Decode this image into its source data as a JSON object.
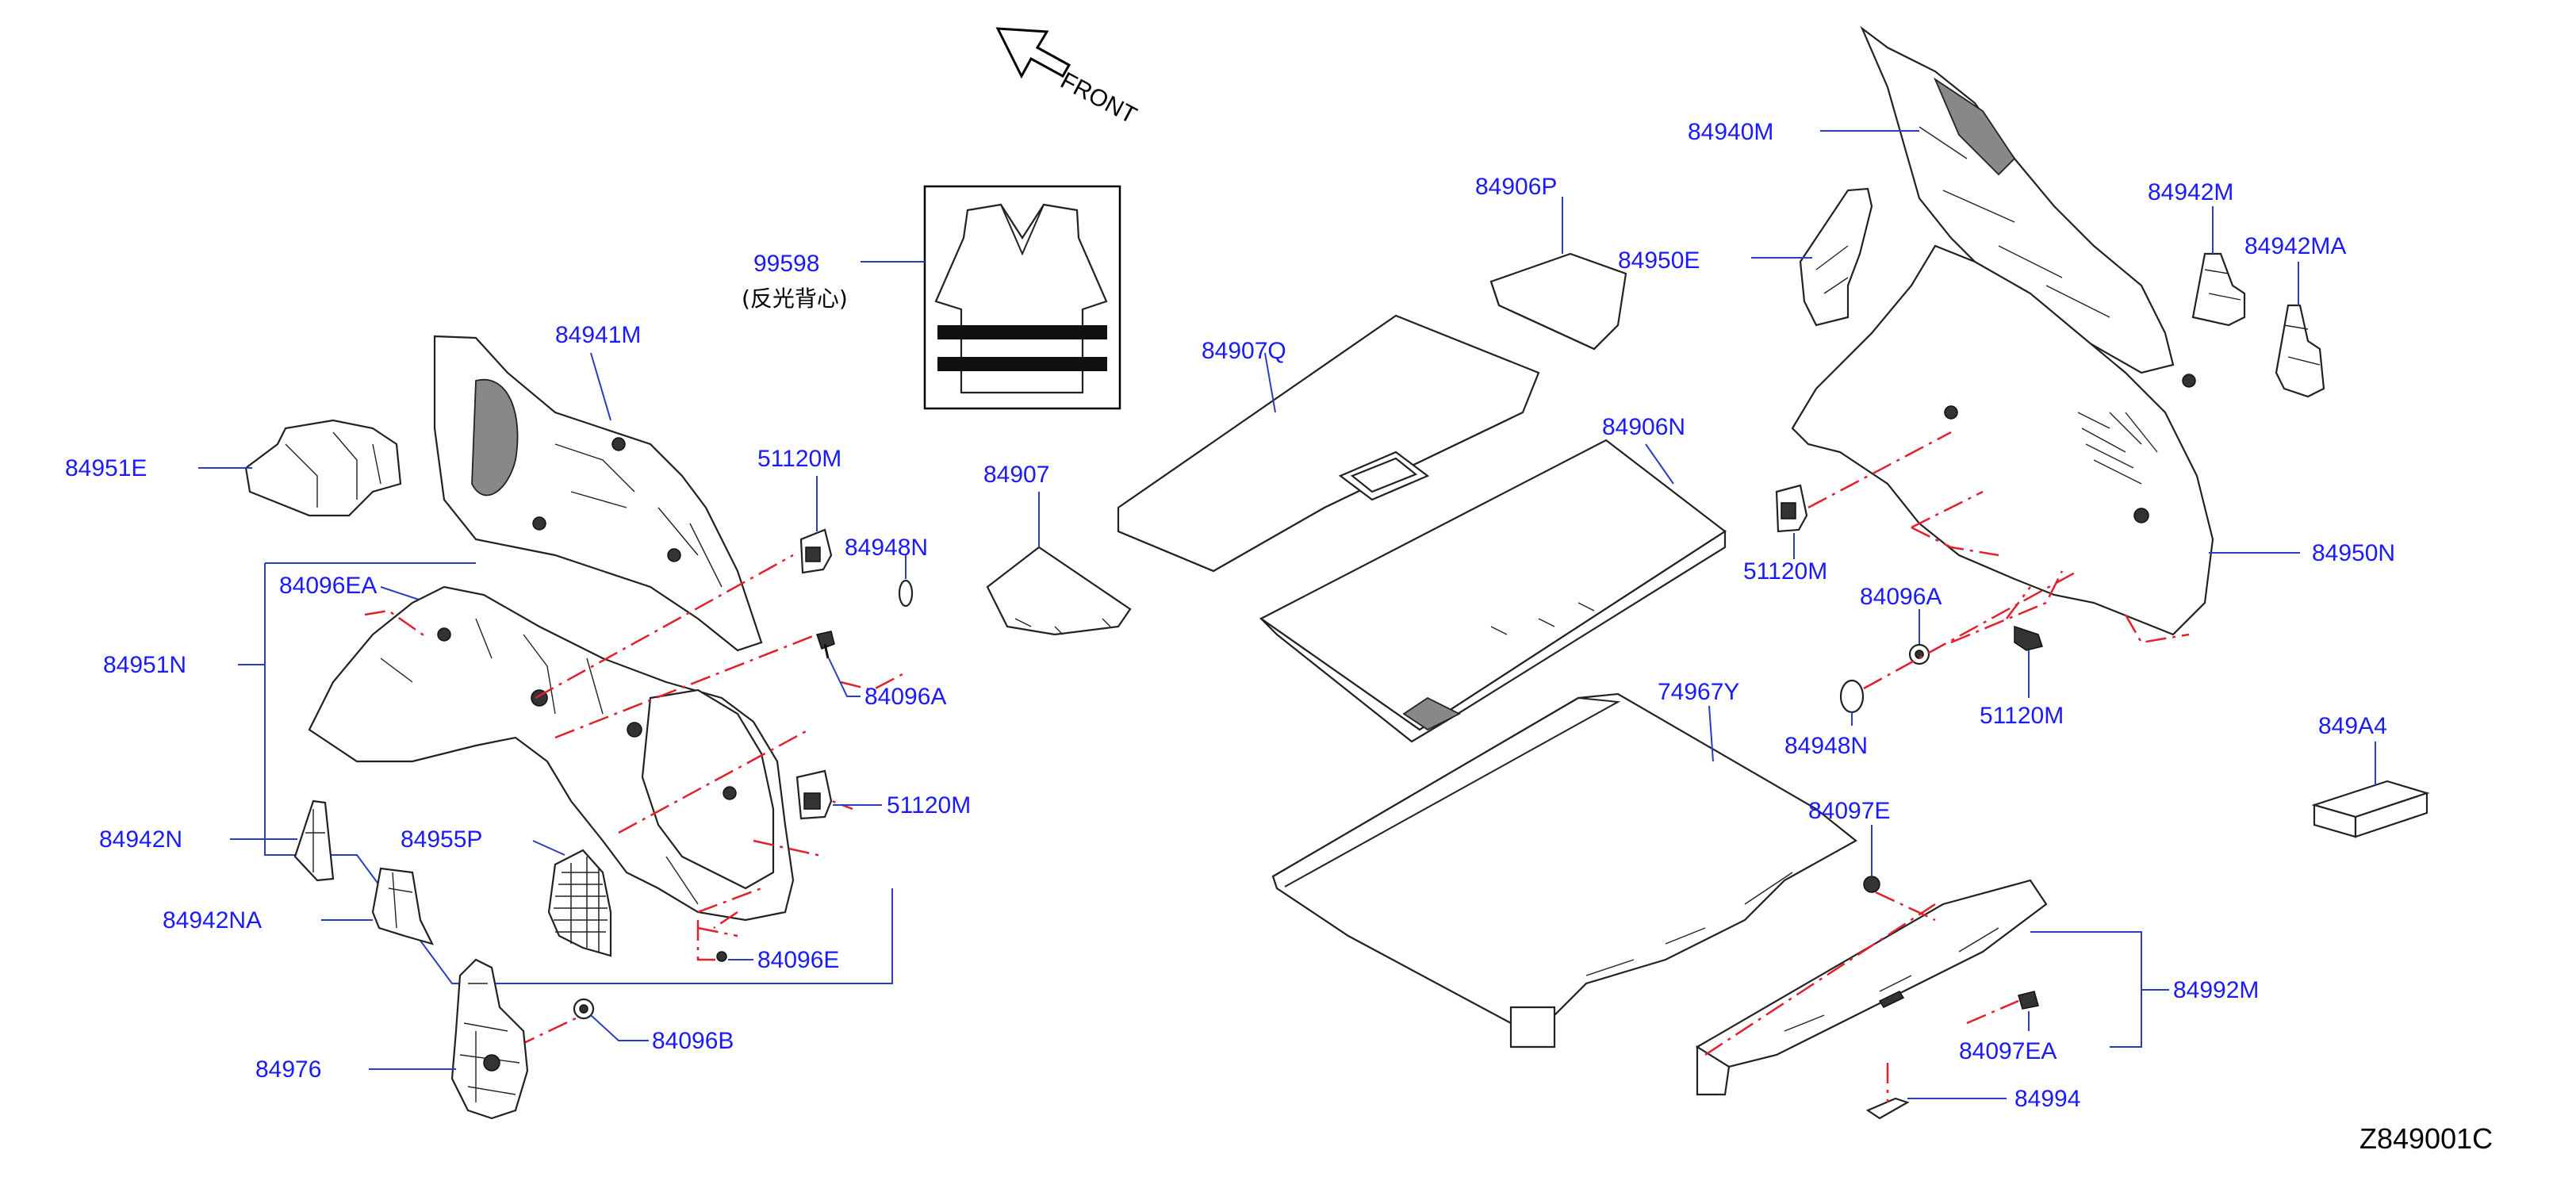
{
  "front_label": "FRONT",
  "diagram_code": "Z849001C",
  "parts": {
    "p84941M": "84941M",
    "p84951E": "84951E",
    "p84096EA": "84096EA",
    "p84951N": "84951N",
    "p51120M_a": "51120M",
    "p84948N_a": "84948N",
    "p84096A_a": "84096A",
    "p51120M_b": "51120M",
    "p84942N": "84942N",
    "p84942NA": "84942NA",
    "p84955P": "84955P",
    "p84096E": "84096E",
    "p84096B": "84096B",
    "p84976": "84976",
    "p99598": "99598",
    "p99598_cn": "(反光背心)",
    "p84907": "84907",
    "p84907Q": "84907Q",
    "p84906P": "84906P",
    "p84950E": "84950E",
    "p84906N": "84906N",
    "p74967Y": "74967Y",
    "p84940M": "84940M",
    "p84942M": "84942M",
    "p84942MA": "84942MA",
    "p51120M_c": "51120M",
    "p84096A_b": "84096A",
    "p84950N": "84950N",
    "p51120M_d": "51120M",
    "p84948N_b": "84948N",
    "p849A4": "849A4",
    "p84097E": "84097E",
    "p84992M": "84992M",
    "p84097EA": "84097EA",
    "p84994": "84994"
  }
}
